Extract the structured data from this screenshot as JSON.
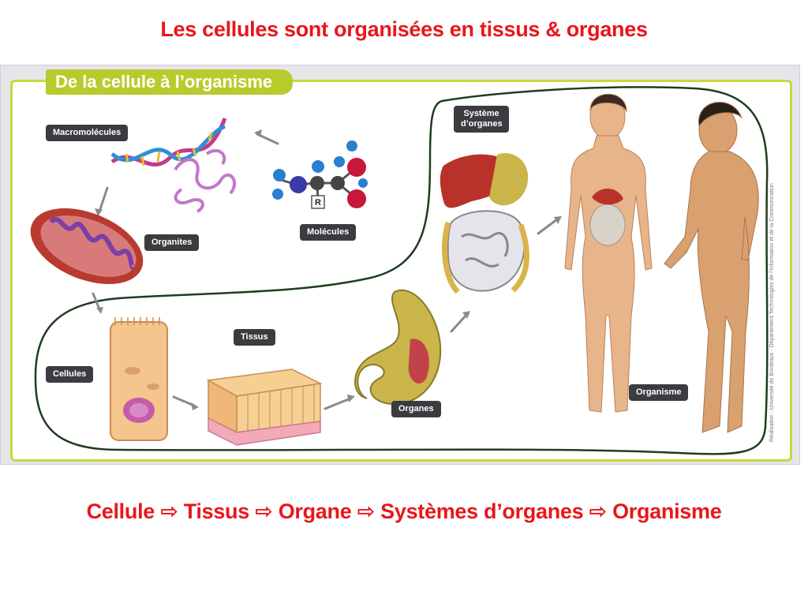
{
  "slide": {
    "title": "Les cellules sont organisées en tissus & organes",
    "summary": "Cellule ⇨ Tissus ⇨ Organe ⇨ Systèmes d’organes ⇨ Organisme"
  },
  "figure": {
    "title": "De la cellule à l’organisme",
    "credit": "Réalisation : Université de Bordeaux - Département Technologies de l’Information et de la Communication",
    "labels": {
      "macromolecules": "Macromolécules",
      "organites": "Organites",
      "molecules": "Molécules",
      "systeme": "Système d’organes",
      "cellules": "Cellules",
      "tissus": "Tissus",
      "organes": "Organes",
      "organisme": "Organisme"
    },
    "molecule_letter": "R"
  },
  "colors": {
    "title_red": "#e8161b",
    "banner_green": "#b7cc2c",
    "outline_green": "#1f3d1f",
    "label_bg": "#3b3b40"
  }
}
